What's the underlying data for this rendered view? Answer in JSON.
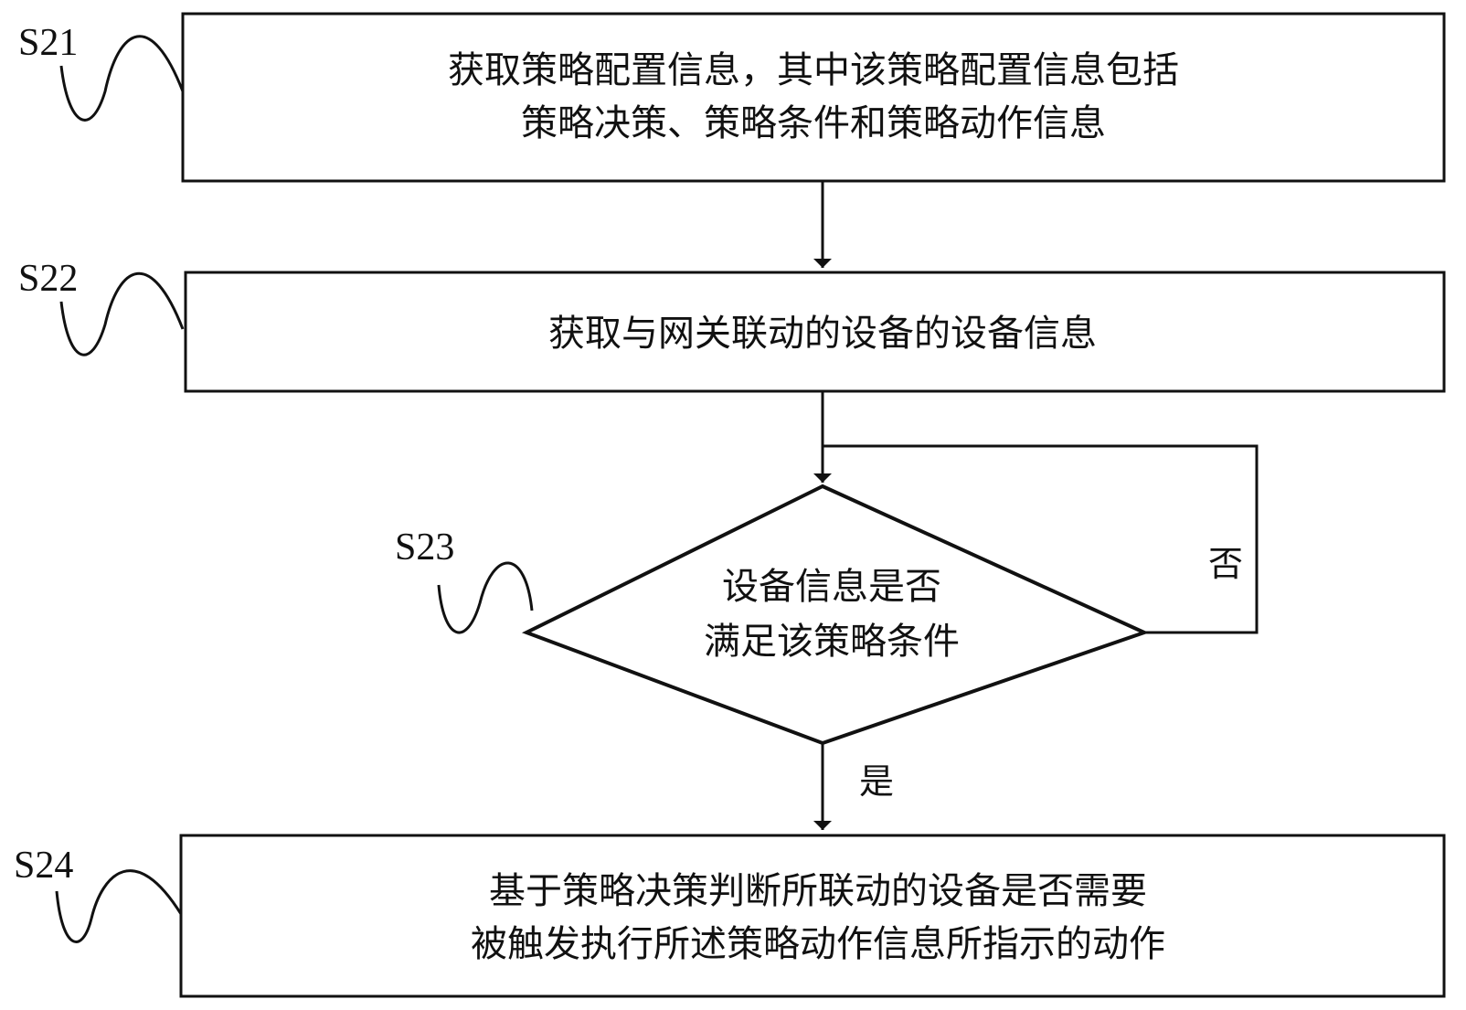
{
  "steps": [
    {
      "id": "S21",
      "lines": [
        "获取策略配置信息，其中该策略配置信息包括",
        "策略决策、策略条件和策略动作信息"
      ]
    },
    {
      "id": "S22",
      "lines": [
        "获取与网关联动的设备的设备信息"
      ]
    },
    {
      "id": "S23",
      "lines": [
        "设备信息是否",
        "满足该策略条件"
      ]
    },
    {
      "id": "S24",
      "lines": [
        "基于策略决策判断所联动的设备是否需要",
        "被触发执行所述策略动作信息所指示的动作"
      ]
    }
  ],
  "branches": {
    "no": "否",
    "yes": "是"
  },
  "colors": {
    "stroke": "#111111",
    "background": "#ffffff"
  }
}
